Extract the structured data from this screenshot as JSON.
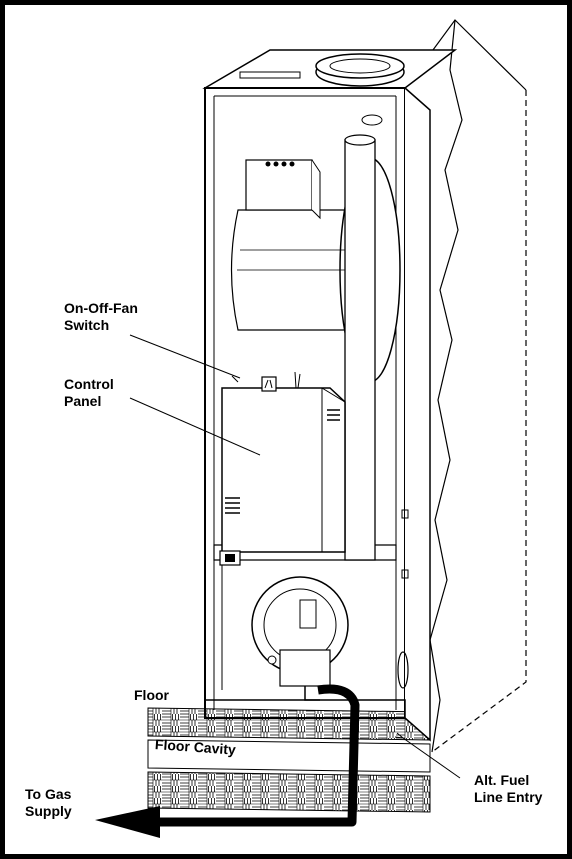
{
  "labels": {
    "switch_line1": "On-Off-Fan",
    "switch_line2": "Switch",
    "control_line1": "Control",
    "control_line2": "Panel",
    "floor": "Floor",
    "floor_cavity": "Floor Cavity",
    "gas_line1": "To Gas",
    "gas_line2": "Supply",
    "alt_line1": "Alt. Fuel",
    "alt_line2": "Line Entry"
  },
  "colors": {
    "line": "#000000",
    "background": "#ffffff",
    "shade": "#d9d9d9"
  }
}
